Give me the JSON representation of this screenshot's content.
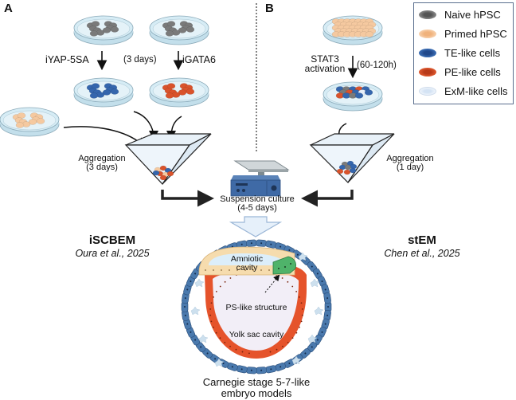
{
  "panels": {
    "a_label": "A",
    "b_label": "B"
  },
  "panel_a": {
    "step1_left_label": "iYAP-5SA",
    "step1_duration": "(3 days)",
    "step1_right_label": "iGATA6",
    "aggregation_label": "Aggregation",
    "aggregation_duration": "(3 days)",
    "model_name": "iSCBEM",
    "model_reference": "Oura et al., 2025"
  },
  "panel_b": {
    "step1_label_line1": "STAT3",
    "step1_label_line2": "activation",
    "step1_duration": "(60-120h)",
    "aggregation_label": "Aggregation",
    "aggregation_duration": "(1 day)",
    "model_name": "stEM",
    "model_reference": "Chen et al., 2025"
  },
  "shared": {
    "suspension_label": "Suspension culture",
    "suspension_duration": "(4-5 days)",
    "amniotic_label_line1": "Amniotic",
    "amniotic_label_line2": "cavity",
    "ps_label": "PS-like structure",
    "yolk_sac_label": "Yolk sac cavity",
    "result_line1": "Carnegie stage 5-7-like",
    "result_line2": "embryo models"
  },
  "legend": {
    "items": [
      {
        "label": "Naive hPSC",
        "color": "#7a7a7a",
        "icon": "naive-hpsc-cell-icon"
      },
      {
        "label": "Primed hPSC",
        "color": "#f5c9a0",
        "icon": "primed-hpsc-cell-icon"
      },
      {
        "label": "TE-like cells",
        "color": "#3566ad",
        "icon": "te-like-cell-icon"
      },
      {
        "label": "PE-like cells",
        "color": "#d9532c",
        "icon": "pe-like-cell-icon"
      },
      {
        "label": "ExM-like cells",
        "color": "#e6eff9",
        "icon": "exm-like-cell-icon"
      }
    ]
  },
  "colors": {
    "naive": "#7a7a7a",
    "primed": "#f5c9a0",
    "te": "#3566ad",
    "pe": "#d9532c",
    "exm": "#e6eff9",
    "dish_fill": "#d6ecf5",
    "dish_edge": "#8aa9b8",
    "ps_green": "#4fb36a",
    "amnion": "#f6dcae",
    "te_ring": "#4a79ad"
  }
}
